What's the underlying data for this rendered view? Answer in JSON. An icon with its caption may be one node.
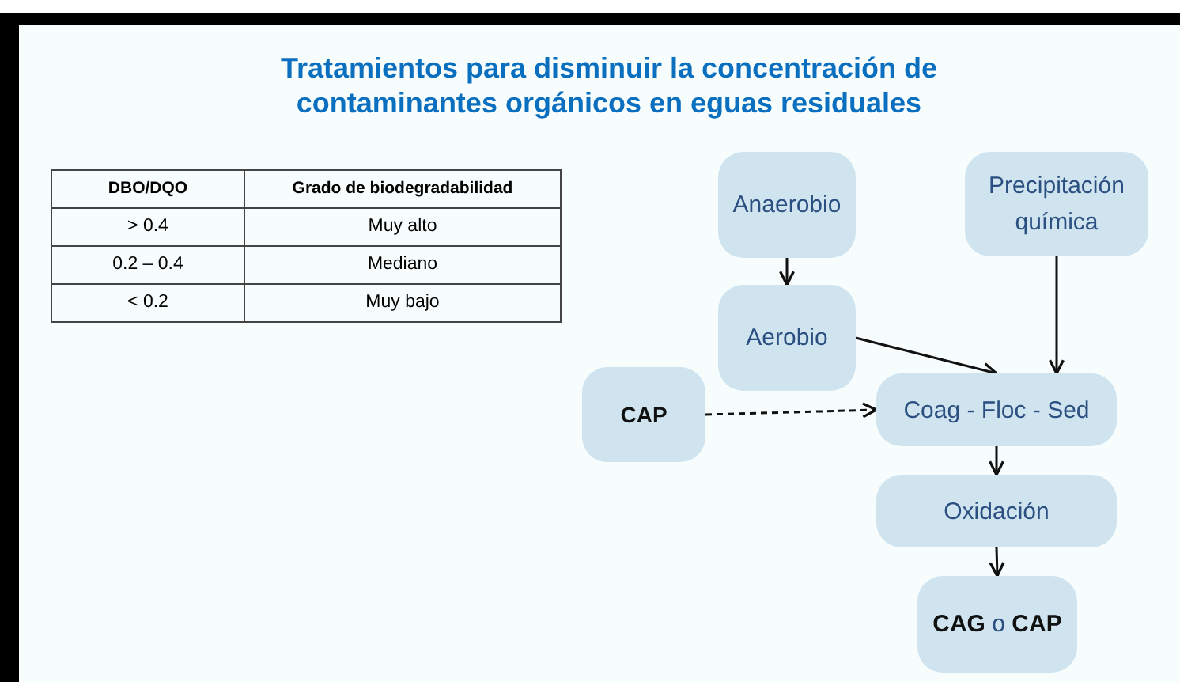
{
  "diagram": {
    "title": "Tratamientos para disminuir la concentración de contaminantes orgánicos en eguas residuales",
    "nodes": [
      {
        "text": [
          "Anaerobio"
        ]
      },
      {
        "text": [
          "Precipitación química"
        ]
      },
      {
        "text": [
          "Aerobio"
        ]
      },
      {
        "text": [
          "CAP"
        ]
      },
      {
        "text": [
          "Coag -  Floc - Sed"
        ]
      },
      {
        "text": [
          "Oxidación"
        ]
      },
      {
        "text": [
          "**CAG** o **CAP**"
        ]
      }
    ],
    "edges": [
      {
        "from": 0,
        "to": 2,
        "arrow": "to"
      },
      {
        "from": 2,
        "to": 4,
        "arrow": "to"
      },
      {
        "from": 1,
        "to": 4,
        "arrow": "to"
      },
      {
        "from": 3,
        "to": 4,
        "arrow": "to",
        "style": "dashed"
      },
      {
        "from": 4,
        "to": 5,
        "arrow": "to"
      },
      {
        "from": 5,
        "to": 6,
        "arrow": "to"
      }
    ],
    "labels": [
      "DBO/DQO",
      "Grado de biodegradabilidad",
      "> 0.4",
      "Muy alto",
      "0.2 – 0.4",
      "Mediano",
      "< 0.2",
      "Muy bajo"
    ]
  }
}
